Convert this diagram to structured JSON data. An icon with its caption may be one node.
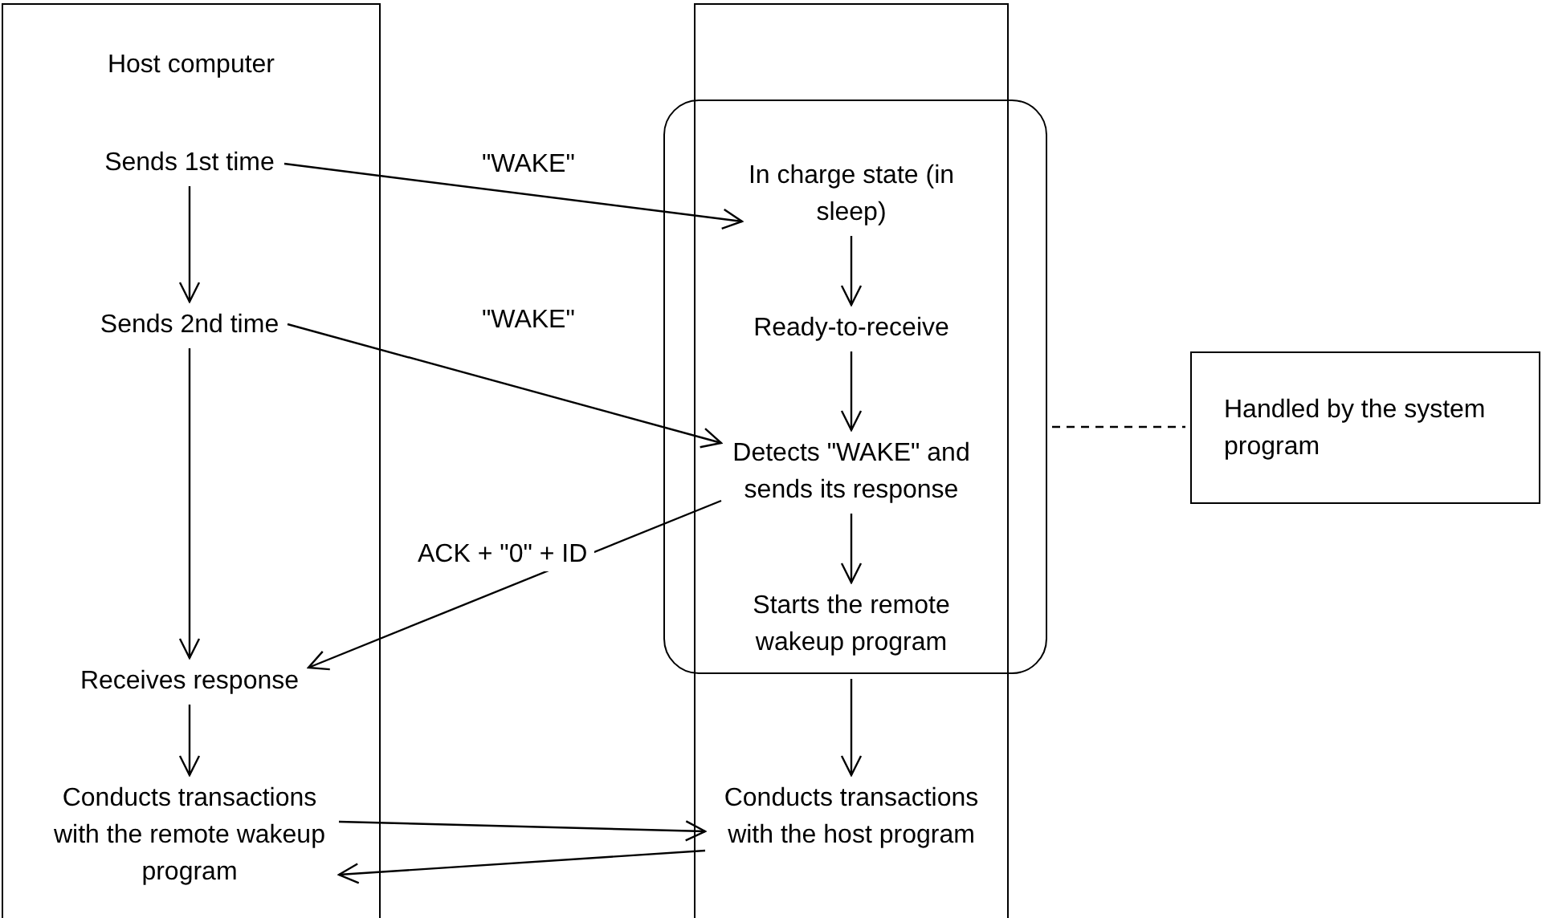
{
  "diagram": {
    "nodes": [
      {
        "text": [
          "Host computer"
        ]
      },
      {
        "text": [
          "Sends 1st time"
        ],
        "in": 0
      },
      {
        "text": [
          "Sends 2nd time"
        ],
        "in": 0
      },
      {
        "text": [
          "Receives response"
        ],
        "in": 0
      },
      {
        "text": [
          "Conducts transactions with the remote wakeup program"
        ],
        "in": 0
      },
      {
        "text": [],
        "shape": "box"
      },
      {
        "text": [],
        "shape": "box"
      },
      {
        "text": [
          "In charge state (in sleep)"
        ],
        "in": 6
      },
      {
        "text": [
          "Ready-to-receive"
        ],
        "in": 6
      },
      {
        "text": [
          "Detects \"WAKE\" and sends its response"
        ],
        "in": 6
      },
      {
        "text": [
          "Starts the remote wakeup program"
        ],
        "in": 6
      },
      {
        "text": [
          "Conducts transactions with the host program"
        ],
        "in": 5
      },
      {
        "text": [
          "Handled by the system program"
        ]
      }
    ],
    "edges": [
      {
        "from": 1,
        "to": 2,
        "arrow": "to"
      },
      {
        "from": 2,
        "to": 3,
        "arrow": "to"
      },
      {
        "from": 3,
        "to": 4,
        "arrow": "to"
      },
      {
        "from": 7,
        "to": 8,
        "arrow": "to"
      },
      {
        "from": 8,
        "to": 9,
        "arrow": "to"
      },
      {
        "from": 9,
        "to": 10,
        "arrow": "to"
      },
      {
        "from": 6,
        "to": 11,
        "arrow": "to"
      },
      {
        "from": 1,
        "to": 7,
        "arrow": "to",
        "label": "\"WAKE\""
      },
      {
        "from": 2,
        "to": 9,
        "arrow": "to",
        "label": "\"WAKE\""
      },
      {
        "from": 9,
        "to": 3,
        "arrow": "to",
        "label": "ACK + \"0\" + ID"
      },
      {
        "from": 4,
        "to": 11,
        "arrow": "to"
      },
      {
        "from": 11,
        "to": 4,
        "arrow": "to"
      },
      {
        "from": 6,
        "to": 12,
        "arrow": "none",
        "style": "dashed"
      }
    ]
  }
}
